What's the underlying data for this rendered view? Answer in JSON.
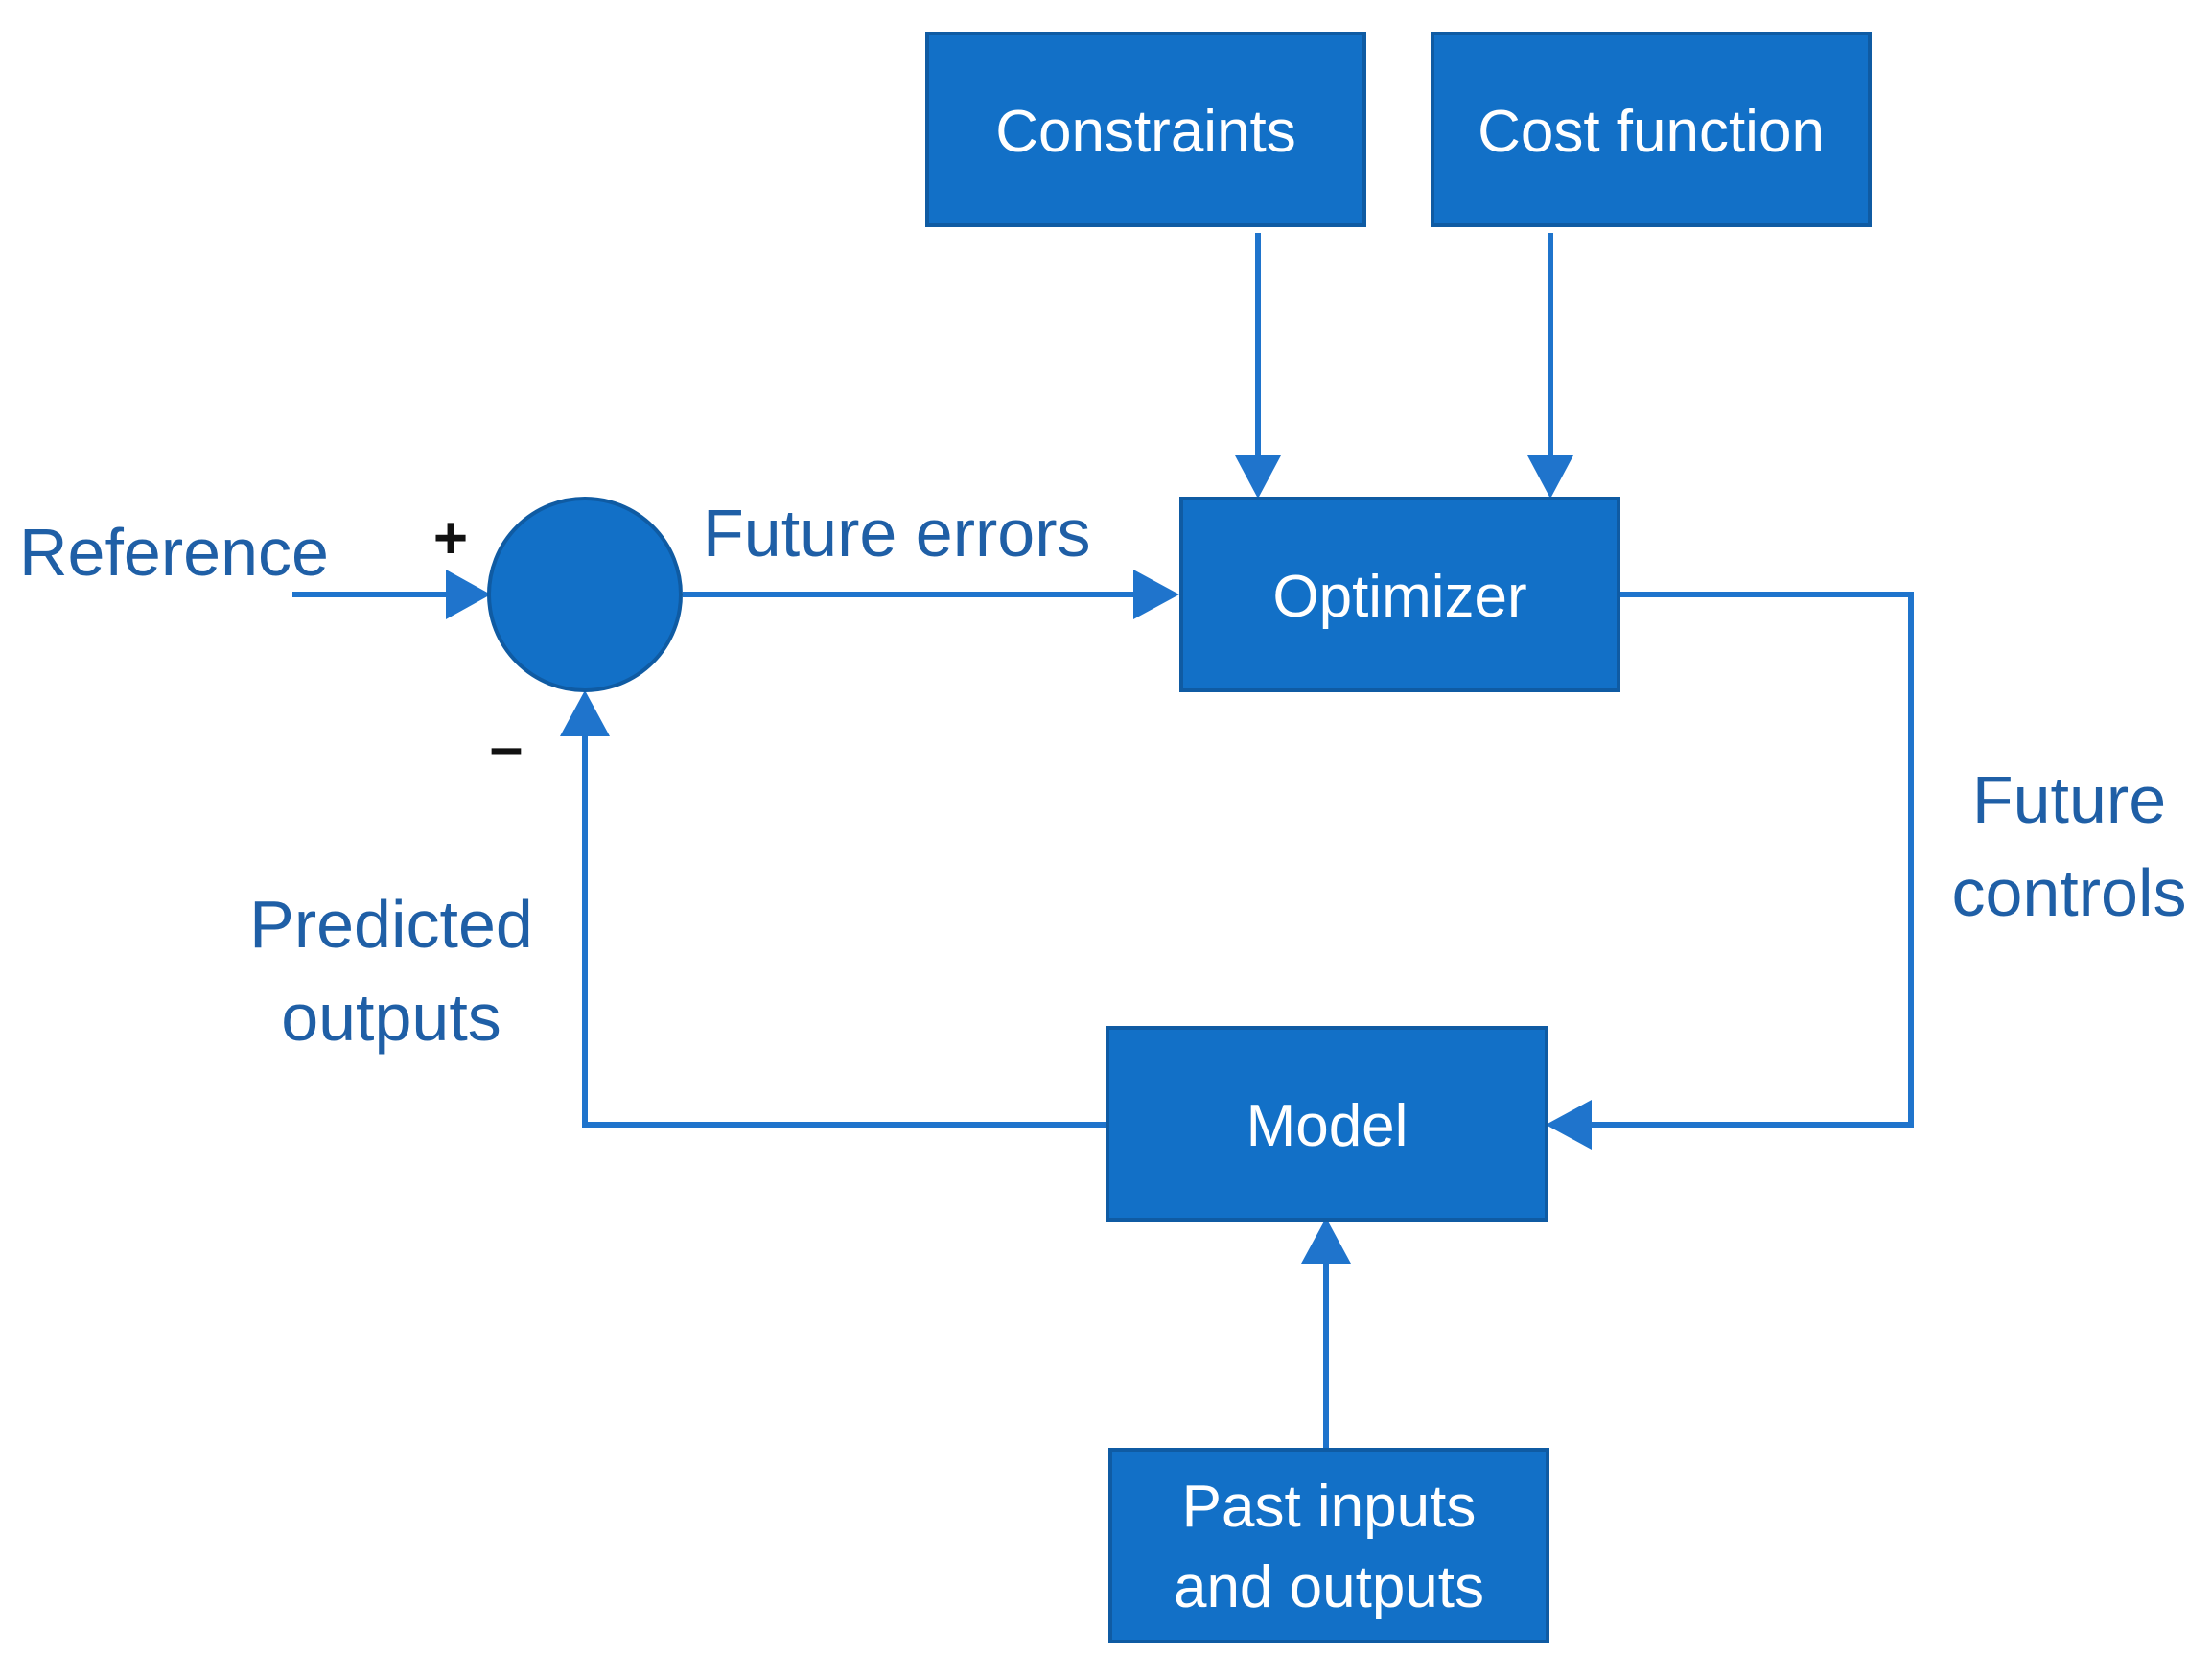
{
  "colors": {
    "box_fill": "#1270c7",
    "box_stroke": "#0f5ba3",
    "line": "#1f74cc",
    "edge_text": "#1f5fa6",
    "box_text": "#ffffff",
    "sign_text": "#111111"
  },
  "blocks": {
    "constraints": "Constraints",
    "cost_function": "Cost function",
    "optimizer": "Optimizer",
    "model": "Model",
    "past_line1": "Past inputs",
    "past_line2": "and outputs"
  },
  "edges": {
    "reference": "Reference",
    "future_errors": "Future errors",
    "future_controls_line1": "Future",
    "future_controls_line2": "controls",
    "predicted_outputs_line1": "Predicted",
    "predicted_outputs_line2": "outputs"
  },
  "signs": {
    "plus": "+",
    "minus": "–"
  }
}
